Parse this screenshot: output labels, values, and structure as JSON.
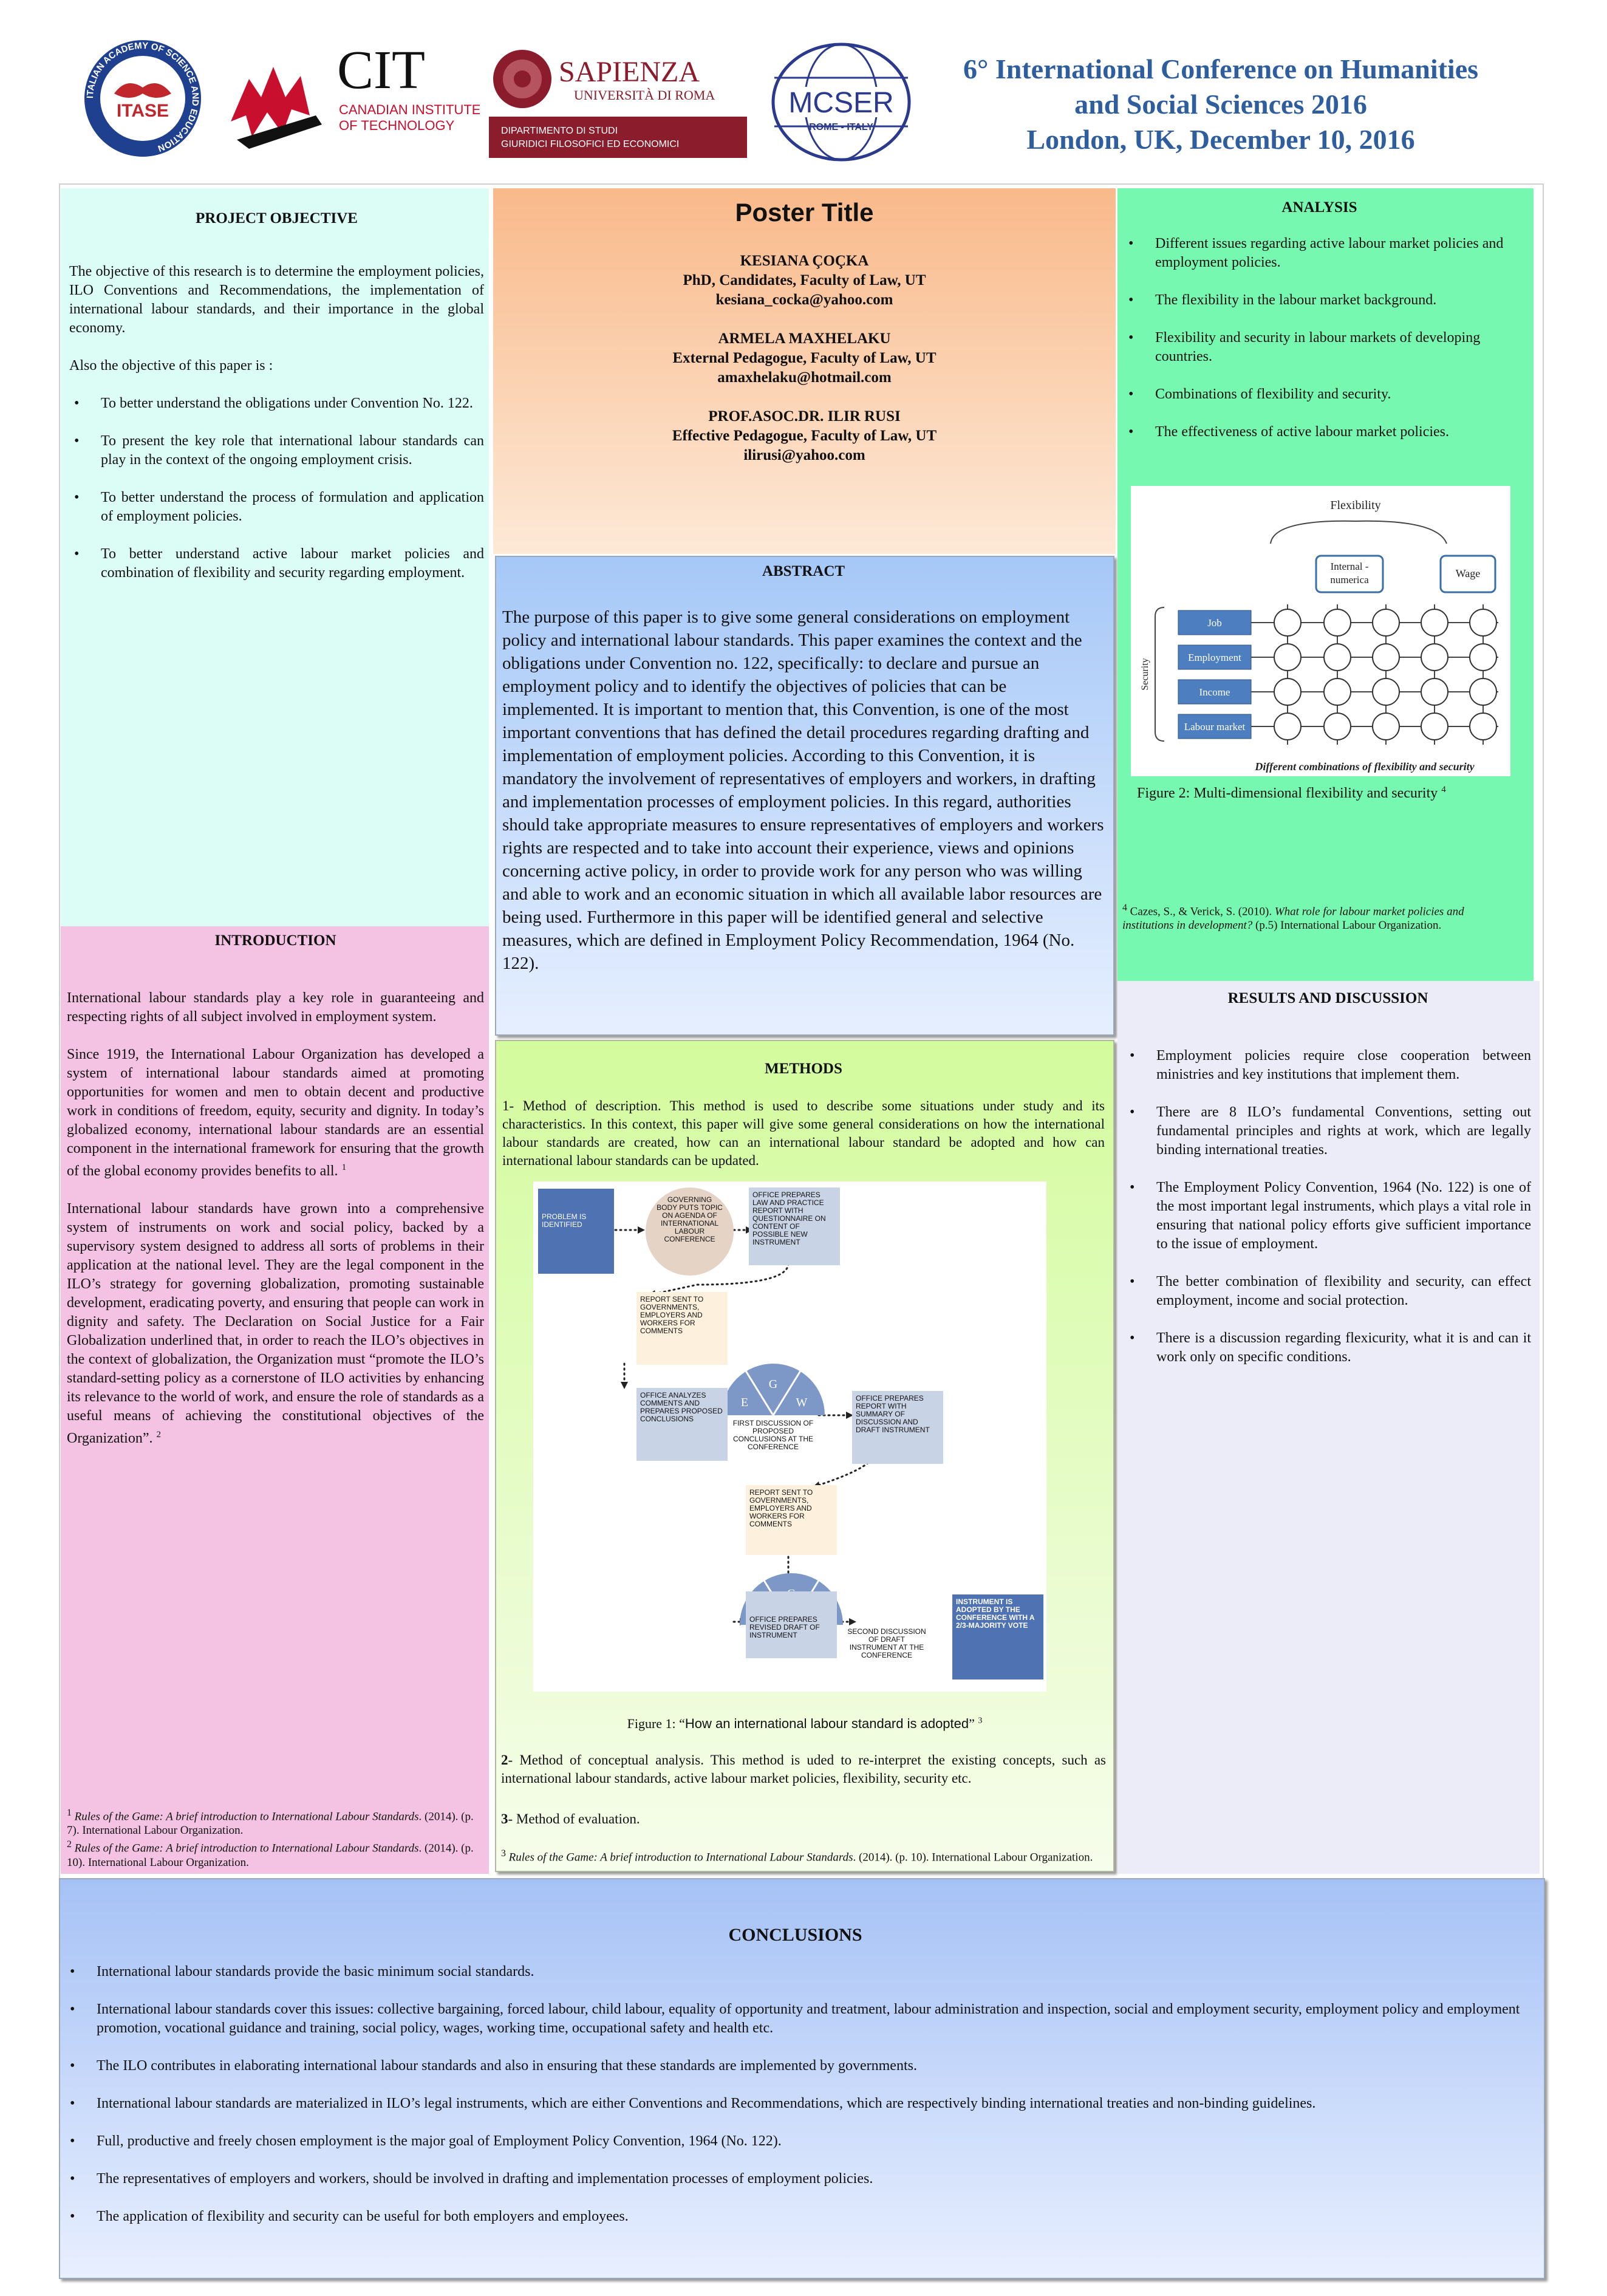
{
  "header": {
    "logos": {
      "itase_ring": "ITALIAN ACADEMY OF SCIENCE AND EDUCATION",
      "itase": "ITASE",
      "cit_big": "CIT",
      "cit_line1": "CANADIAN INSTITUTE",
      "cit_line2": "OF TECHNOLOGY",
      "sapienza_big": "SAPIENZA",
      "sapienza_sub": "UNIVERSITÀ DI ROMA",
      "sapienza_dept1": "DIPARTIMENTO DI STUDI",
      "sapienza_dept2": "GIURIDICI FILOSOFICI ED ECONOMICI",
      "mcser_big": "MCSER",
      "mcser_sub": "ROME - ITALY"
    },
    "conference_line1": "6° International Conference on Humanities",
    "conference_line2": "and Social Sciences  2016",
    "conference_line3": "London, UK, December 10, 2016"
  },
  "project_objective": {
    "heading": "PROJECT OBJECTIVE",
    "para1": "The objective of this research is to determine the employment policies, ILO Conventions and Recommendations, the implementation of international labour standards, and their importance in the global economy.",
    "para2": "Also the objective of this paper is :",
    "bullets": [
      "To better understand the obligations under Convention No. 122.",
      "To present the key role that international labour standards can play in the context of the ongoing employment crisis.",
      "To better understand the process of formulation and application of employment policies.",
      "To better understand active labour market policies and combination of flexibility and security regarding employment."
    ]
  },
  "poster": {
    "title": "Poster Title",
    "author1_name": "KESIANA ÇOÇKA",
    "author1_role": "PhD, Candidates, Faculty of Law, UT",
    "author1_email": "kesiana_cocka@yahoo.com",
    "author2_name": "ARMELA MAXHELAKU",
    "author2_role": "External Pedagogue, Faculty of Law, UT",
    "author2_email": "amaxhelaku@hotmail.com",
    "author3_name": "PROF.ASOC.DR. ILIR   RUSI",
    "author3_role": "Effective Pedagogue, Faculty of Law, UT",
    "author3_email": "ilirusi@yahoo.com"
  },
  "abstract": {
    "heading": "ABSTRACT",
    "text": "The purpose of this paper is to give some general considerations on employment policy and international labour standards. This paper examines the context and the obligations under Convention no. 122, specifically: to declare and pursue an employment policy and to identify the objectives of policies that can be implemented.  It is important to mention that, this Convention, is one of the most important conventions that has defined the detail procedures regarding drafting and implementation  of employment policies. According to this Convention, it is mandatory the involvement of representatives of employers and workers, in drafting and implementation processes of employment  policies. In this regard, authorities should take appropriate measures  to ensure representatives of employers and workers rights are respected and to take into account their experience, views and opinions concerning active policy, in order to provide work for any person who was willing and able to work and an economic situation in which all available labor resources are being used. Furthermore in this paper will be identified general and selective measures, which are defined in Employment Policy Recommendation, 1964 (No. 122)."
  },
  "analysis": {
    "heading": "ANALYSIS",
    "bullets": [
      "Different issues regarding active labour market policies and employment policies.",
      "The flexibility in the labour market background.",
      "Flexibility and security in labour markets of developing countries.",
      "Combinations of flexibility and security.",
      "The effectiveness of active labour market policies."
    ],
    "figure": {
      "top_label": "Flexibility",
      "box_internal": "Internal - numerica",
      "box_wage": "Wage",
      "side_label": "Security",
      "rows": [
        "Job",
        "Employment",
        "Income",
        "Labour market"
      ],
      "bottom_caption": "Different combinations of flexibility and security"
    },
    "caption": "Figure 2: Multi-dimensional flexibility and security",
    "caption_sup": "4",
    "footnote_num": "4",
    "footnote_plain": " Cazes, S., & Verick, S. (2010). ",
    "footnote_italic": "What role for labour market policies and institutions in development?",
    "footnote_tail": " (p.5) International  Labour Organization."
  },
  "introduction": {
    "heading": "INTRODUCTION",
    "para1": "International labour standards play a key role in guaranteeing and respecting rights of all subject involved in employment system.",
    "para2": "Since 1919, the International Labour Organization has developed a system of international labour standards aimed at promoting opportunities for women and men to obtain decent and productive work in conditions of freedom, equity, security and dignity. In today’s globalized economy, international labour standards are an essential component in the international framework for ensuring that the growth of the global economy provides benefits to all.",
    "para2_sup": "1",
    "para3": "International labour standards have grown into a comprehensive system of instruments on work and social policy, backed by a supervisory system designed to address all sorts of problems in their application at the national level. They are the legal component in the ILO’s strategy for governing globalization, promoting sustainable development, eradicating poverty, and ensuring that people can work in dignity and safety. The Declaration on Social Justice for a Fair Globalization underlined that, in order to reach the ILO’s objectives in the context of globalization, the Organization must “promote the ILO’s standard-setting policy as a cornerstone of ILO activities by enhancing its relevance to the world of work, and ensure the role of standards as a useful means of achieving the constitutional objectives of the Organization”.",
    "para3_sup": "2",
    "fn1_num": "1",
    "fn1_italic": " Rules of the Game: A brief introduction to International Labour Standards",
    "fn1_tail": ". (2014). (p. 7). International  Labour Organization.",
    "fn2_num": "2",
    "fn2_italic": " Rules of the Game: A brief introduction to International Labour Standards",
    "fn2_tail": ". (2014). (p. 10). International  Labour Organization."
  },
  "methods": {
    "heading": "METHODS",
    "para1": "1- Method of description. This method is used to describe some situations under study and its characteristics. In this context, this paper will give some general considerations on how the international labour standards are created, how can an international labour standard be adopted and how can international labour standards can be updated.",
    "flow": {
      "problem": "PROBLEM IS IDENTIFIED",
      "governing": "GOVERNING BODY PUTS TOPIC ON AGENDA OF INTERNATIONAL LABOUR CONFERENCE",
      "office_law": "OFFICE PREPARES LAW AND PRACTICE REPORT WITH QUESTIONNAIRE ON CONTENT OF POSSIBLE NEW INSTRUMENT",
      "report1": "REPORT SENT TO GOVERNMENTS, EMPLOYERS AND WORKERS FOR COMMENTS",
      "office_analyzes": "OFFICE ANALYZES COMMENTS AND PREPARES PROPOSED CONCLUSIONS",
      "first_discussion": "FIRST DISCUSSION OF PROPOSED CONCLUSIONS AT THE CONFERENCE",
      "office_summary": "OFFICE PREPARES REPORT WITH SUMMARY OF DISCUSSION AND DRAFT INSTRUMENT",
      "report2": "REPORT SENT TO GOVERNMENTS, EMPLOYERS AND WORKERS FOR COMMENTS",
      "office_revised": "OFFICE PREPARES REVISED DRAFT OF INSTRUMENT",
      "second_discussion": "SECOND DISCUSSION OF DRAFT INSTRUMENT AT THE CONFERENCE",
      "adopted": "INSTRUMENT IS ADOPTED BY THE CONFERENCE WITH A 2/3-MAJORITY VOTE",
      "g": "G",
      "e": "E",
      "w": "W"
    },
    "fig_caption_prefix": "Figure 1: “",
    "fig_caption_main": "How an international labour standard is adopted",
    "fig_caption_suffix": "” ",
    "fig_caption_sup": "3",
    "para2_num": "2",
    "para2": "- Method of conceptual analysis. This method is uded to re-interpret the existing concepts, such as international labour standards, active labour market policies, flexibility, security etc.",
    "para3_num": "3",
    "para3": "- Method of evaluation.",
    "fn3_num": "3",
    "fn3_italic": " Rules of the Game: A brief introduction to International Labour Standards",
    "fn3_tail": ". (2014). (p. 10). International Labour Organization."
  },
  "results": {
    "heading": "RESULTS AND DISCUSSION",
    "bullets": [
      "Employment policies require close cooperation between ministries and key institutions that implement them.",
      "There are 8  ILO’s fundamental Conventions, setting out fundamental principles and rights at work, which are legally binding international treaties.",
      "The Employment Policy Convention, 1964 (No. 122) is one of the most important legal instruments, which plays a vital role in ensuring that national policy efforts give sufficient importance to the issue of employment.",
      "The better combination of flexibility and security, can effect employment, income and social protection.",
      "There is a discussion regarding  flexicurity, what it is and can it work only on specific conditions."
    ]
  },
  "conclusions": {
    "heading": "CONCLUSIONS",
    "bullets": [
      "International labour standards provide the basic minimum social standards.",
      "International labour standards cover this issues: collective bargaining, forced labour, child labour, equality of opportunity and treatment, labour administration and  inspection, social and employment security, employment policy and employment promotion, vocational guidance and training, social policy, wages, working time, occupational safety and health etc.",
      "The ILO contributes in elaborating international labour standards and also in ensuring that these standards are implemented by governments.",
      "International labour standards are materialized in ILO’s legal instruments, which are either Conventions and  Recommendations, which are respectively binding international treaties and non-binding guidelines.",
      "Full, productive and freely chosen employment is the major goal of Employment Policy Convention, 1964 (No. 122).",
      "The representatives of employers and workers, should be involved in drafting and implementation processes of employment policies.",
      "The application of flexibility and security can be useful for both employers and employees."
    ]
  }
}
